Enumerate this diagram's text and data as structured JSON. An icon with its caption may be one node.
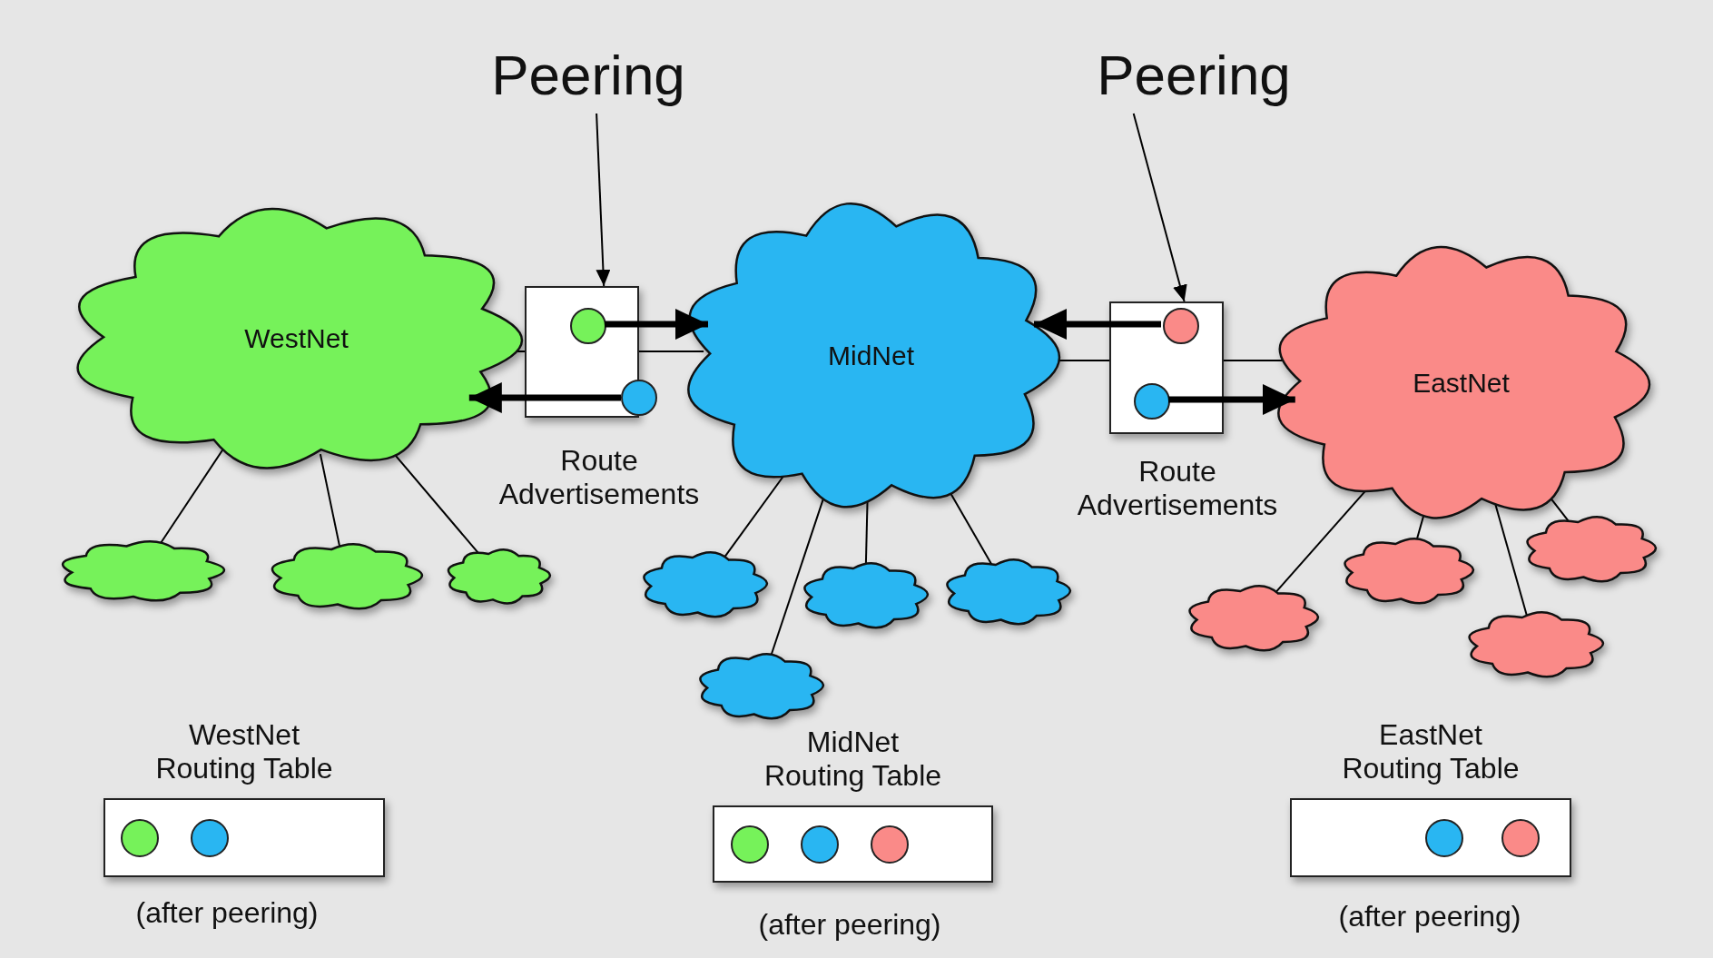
{
  "diagram": {
    "nodes": [
      {
        "text": [
          "Peering"
        ]
      },
      {
        "text": [
          "Peering"
        ]
      },
      {
        "text": [
          "WestNet"
        ]
      },
      {
        "text": [],
        "shape": "box"
      },
      {
        "text": [],
        "shape": "circle",
        "in": 3
      },
      {
        "text": [],
        "shape": "circle"
      },
      {
        "text": [
          "MidNet"
        ]
      },
      {
        "text": [],
        "shape": "box"
      },
      {
        "text": [],
        "shape": "circle",
        "in": 7
      },
      {
        "text": [],
        "shape": "circle",
        "in": 7
      },
      {
        "text": [
          "EastNet"
        ]
      },
      {
        "text": [],
        "shape": "cloud"
      },
      {
        "text": [],
        "shape": "cloud"
      },
      {
        "text": [],
        "shape": "cloud"
      },
      {
        "text": [],
        "shape": "cloud"
      },
      {
        "text": [],
        "shape": "cloud"
      },
      {
        "text": [],
        "shape": "cloud"
      },
      {
        "text": [],
        "shape": "cloud"
      },
      {
        "text": [],
        "shape": "cloud"
      },
      {
        "text": [],
        "shape": "cloud"
      },
      {
        "text": [],
        "shape": "cloud"
      },
      {
        "text": [],
        "shape": "cloud"
      },
      {
        "text": [
          "WestNet Routing Table"
        ],
        "beside": [
          "(after peering)"
        ]
      },
      {
        "text": [],
        "shape": "circle",
        "in": 22
      },
      {
        "text": [],
        "shape": "circle",
        "in": 22
      },
      {
        "text": [
          "MidNet Routing Table"
        ],
        "beside": [
          "(after peering)"
        ]
      },
      {
        "text": [],
        "shape": "circle",
        "in": 25
      },
      {
        "text": [],
        "shape": "circle",
        "in": 25
      },
      {
        "text": [],
        "shape": "circle",
        "in": 25
      },
      {
        "text": [
          "EastNet Routing Table"
        ],
        "beside": [
          "(after peering)"
        ]
      },
      {
        "text": [],
        "shape": "circle",
        "in": 29
      },
      {
        "text": [],
        "shape": "circle",
        "in": 29
      }
    ],
    "edges": [
      {
        "from": 0,
        "to": 3,
        "arrow": "to"
      },
      {
        "from": 1,
        "to": 7,
        "arrow": "to"
      },
      {
        "from": 4,
        "to": 6,
        "arrow": "to",
        "style": "thick"
      },
      {
        "from": 5,
        "to": 2,
        "arrow": "to",
        "style": "thick"
      },
      {
        "from": 8,
        "to": 6,
        "arrow": "to",
        "style": "thick"
      },
      {
        "from": 9,
        "to": 10,
        "arrow": "to",
        "style": "thick"
      },
      {
        "from": 2,
        "to": 3,
        "arrow": "none"
      },
      {
        "from": 3,
        "to": 6,
        "arrow": "none"
      },
      {
        "from": 6,
        "to": 7,
        "arrow": "none"
      },
      {
        "from": 7,
        "to": 10,
        "arrow": "none"
      },
      {
        "from": 2,
        "to": 11,
        "arrow": "none"
      },
      {
        "from": 2,
        "to": 12,
        "arrow": "none"
      },
      {
        "from": 2,
        "to": 13,
        "arrow": "none"
      },
      {
        "from": 6,
        "to": 14,
        "arrow": "none"
      },
      {
        "from": 6,
        "to": 15,
        "arrow": "none"
      },
      {
        "from": 6,
        "to": 16,
        "arrow": "none"
      },
      {
        "from": 6,
        "to": 17,
        "arrow": "none"
      },
      {
        "from": 10,
        "to": 18,
        "arrow": "none"
      },
      {
        "from": 10,
        "to": 19,
        "arrow": "none"
      },
      {
        "from": 10,
        "to": 20,
        "arrow": "none"
      },
      {
        "from": 10,
        "to": 21,
        "arrow": "none"
      }
    ],
    "labels": [
      "Route Advertisements",
      "Route Advertisements"
    ]
  }
}
